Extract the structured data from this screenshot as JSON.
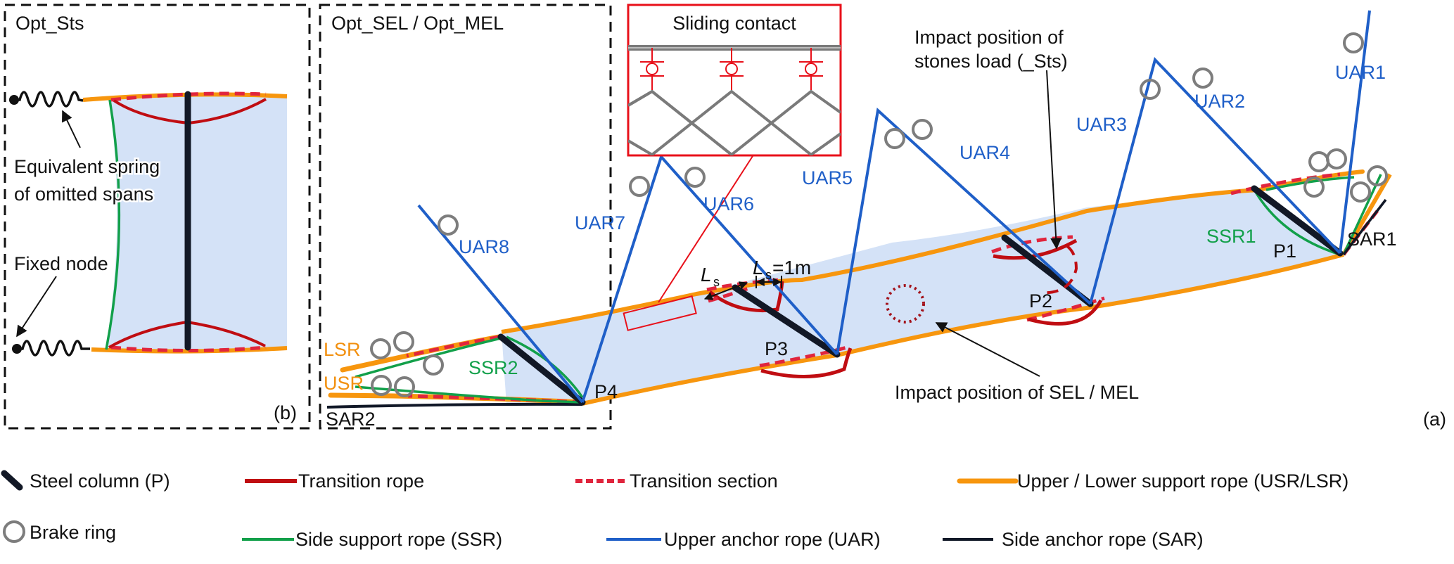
{
  "colors": {
    "net_fill": "#d4e2f7",
    "support_rope": "#f7960e",
    "transition_rope": "#c00d12",
    "transition_section": "#e0253d",
    "side_support_rope": "#12a04a",
    "upper_anchor_rope": "#1f5fc8",
    "side_anchor_rope": "#111827",
    "steel_column": "#121826",
    "brake_ring": "#7d7d7d",
    "inset_frame": "#e8101a",
    "mesh": "#7a7a7a",
    "panel_border": "#111111"
  },
  "panels": {
    "opt_sts": {
      "title": "Opt_Sts",
      "tag": "(b)",
      "spring_label_line1": "Equivalent spring",
      "spring_label_line2": "of omitted spans",
      "fixed_node_label": "Fixed node"
    },
    "opt_sel_mel": {
      "title": "Opt_SEL / Opt_MEL"
    },
    "main": {
      "tag": "(a)"
    }
  },
  "inset": {
    "title": "Sliding contact"
  },
  "labels": {
    "uar": [
      "UAR1",
      "UAR2",
      "UAR3",
      "UAR4",
      "UAR5",
      "UAR6",
      "UAR7",
      "UAR8"
    ],
    "columns": [
      "P1",
      "P2",
      "P3",
      "P4"
    ],
    "ssr": [
      "SSR1",
      "SSR2"
    ],
    "sar": [
      "SAR1",
      "SAR2"
    ],
    "lsr": "LSR",
    "usr": "USR",
    "ls_left": "L",
    "ls_left_sub": "s",
    "ls_right": "L",
    "ls_right_sub": "s",
    "ls_right_value": "=1m"
  },
  "annotations": {
    "stones_line1": "Impact position of",
    "stones_line2": "stones load (_Sts)",
    "sel_mel": "Impact position of SEL / MEL"
  },
  "legend": {
    "row1": [
      {
        "key": "steel_column",
        "label": "Steel column (P)"
      },
      {
        "key": "transition_rope",
        "label": "Transition rope"
      },
      {
        "key": "transition_section",
        "label": "Transition section"
      },
      {
        "key": "support_rope",
        "label": "Upper / Lower support rope (USR/LSR)"
      }
    ],
    "row2": [
      {
        "key": "brake_ring",
        "label": "Brake ring"
      },
      {
        "key": "side_support_rope",
        "label": "Side support  rope (SSR)"
      },
      {
        "key": "upper_anchor_rope",
        "label": "Upper anchor rope (UAR)"
      },
      {
        "key": "side_anchor_rope",
        "label": "Side anchor rope (SAR)"
      }
    ]
  }
}
